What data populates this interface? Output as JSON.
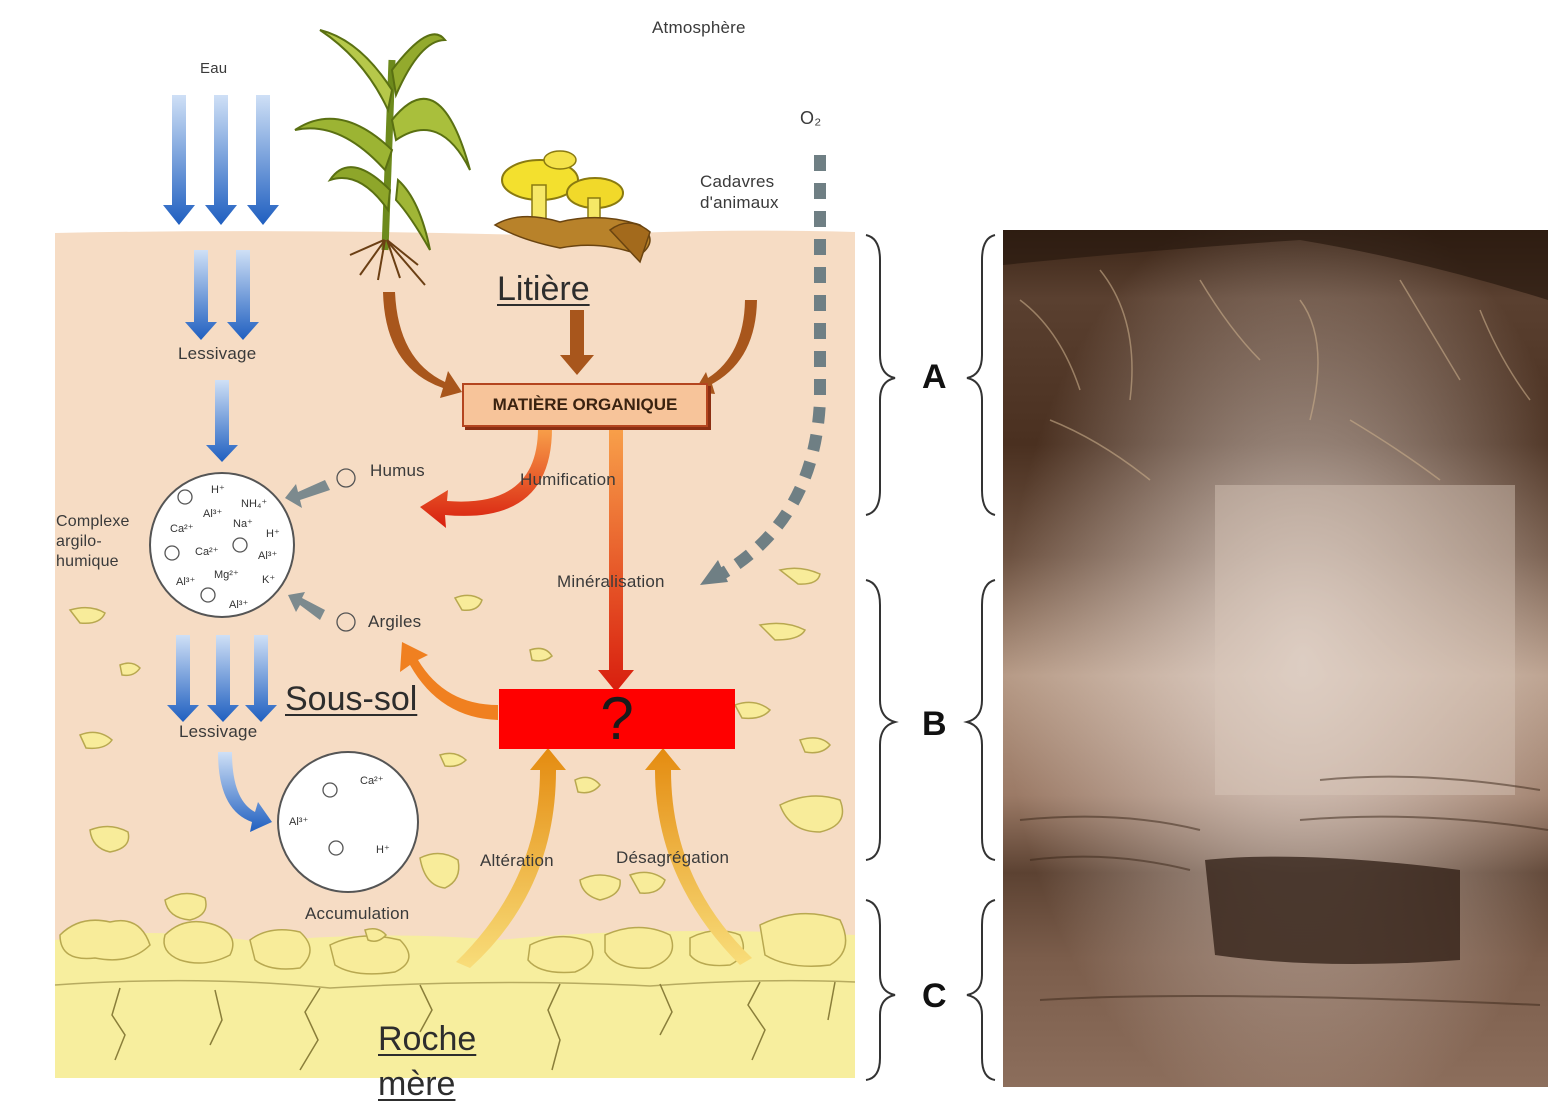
{
  "labels": {
    "atmosphere": "Atmosphère",
    "eau": "Eau",
    "o2": "O₂",
    "cadavres_line1": "Cadavres",
    "cadavres_line2": "d'animaux",
    "litiere": "Litière",
    "matiere_organique": "MATIÈRE ORGANIQUE",
    "lessivage_top": "Lessivage",
    "humus": "Humus",
    "humification": "Humification",
    "complexe_line1": "Complexe",
    "complexe_line2": "argilo-",
    "complexe_line3": "humique",
    "mineralisation": "Minéralisation",
    "argiles": "Argiles",
    "sous_sol": "Sous-sol",
    "lessivage_bottom": "Lessivage",
    "unknown_mark": "?",
    "alteration": "Altération",
    "desagregation": "Désagrégation",
    "accumulation": "Accumulation",
    "roche_line1": "Roche",
    "roche_line2": "mère"
  },
  "complex_ions": [
    "H⁺",
    "NH₄⁺",
    "Al³⁺",
    "Na⁺",
    "Ca²⁺",
    "H⁺",
    "Ca²⁺",
    "Al³⁺",
    "Al³⁺",
    "Mg²⁺",
    "K⁺",
    "Al³⁺"
  ],
  "accumulation_ions": [
    "Ca²⁺",
    "Al³⁺",
    "H⁺"
  ],
  "horizons": [
    "A",
    "B",
    "C"
  ],
  "colors": {
    "soil": "#f6dcc4",
    "bedrock": "#f7ee9e",
    "water_arrows": "#2f6cc6",
    "organic_arrows": "#a8561c",
    "humus_arrow": "#e02410",
    "weathering_arrows": "#f0a818",
    "o2_dash": "#6f7f84",
    "mystery_box": "#ff0000"
  }
}
